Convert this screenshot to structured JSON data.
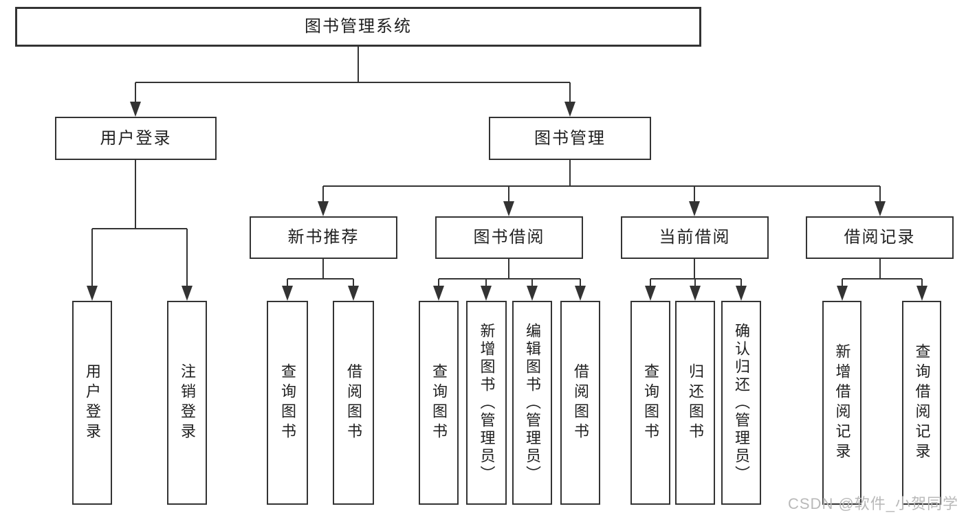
{
  "colors": {
    "line": "#333333",
    "text": "#1f1f1f",
    "box_bg": "#ffffff",
    "canvas_bg": "#ffffff",
    "watermark": "#b9b9b9"
  },
  "watermark": {
    "text": "CSDN @软件_小贺同学"
  },
  "tree": {
    "id": "system",
    "label": "图书管理系统",
    "children": [
      {
        "id": "user-login",
        "label": "用户登录",
        "children": [
          {
            "id": "login",
            "label": "用户登录"
          },
          {
            "id": "logout",
            "label": "注销登录"
          }
        ]
      },
      {
        "id": "book-management",
        "label": "图书管理",
        "children": [
          {
            "id": "new-book-recommend",
            "label": "新书推荐",
            "children": [
              {
                "id": "query-books-1",
                "label": "查询图书"
              },
              {
                "id": "borrow-books-1",
                "label": "借阅图书"
              }
            ]
          },
          {
            "id": "book-borrowing",
            "label": "图书借阅",
            "children": [
              {
                "id": "query-books-2",
                "label": "查询图书"
              },
              {
                "id": "add-books-admin",
                "label": "新增图书（管理员）"
              },
              {
                "id": "edit-books-admin",
                "label": "编辑图书（管理员）"
              },
              {
                "id": "borrow-books-2",
                "label": "借阅图书"
              }
            ]
          },
          {
            "id": "current-borrowing",
            "label": "当前借阅",
            "children": [
              {
                "id": "query-books-3",
                "label": "查询图书"
              },
              {
                "id": "return-books",
                "label": "归还图书"
              },
              {
                "id": "confirm-return-admin",
                "label": "确认归还（管理员）"
              }
            ]
          },
          {
            "id": "borrow-records",
            "label": "借阅记录",
            "children": [
              {
                "id": "add-borrow-record",
                "label": "新增借阅记录"
              },
              {
                "id": "query-borrow-record",
                "label": "查询借阅记录"
              }
            ]
          }
        ]
      }
    ]
  }
}
